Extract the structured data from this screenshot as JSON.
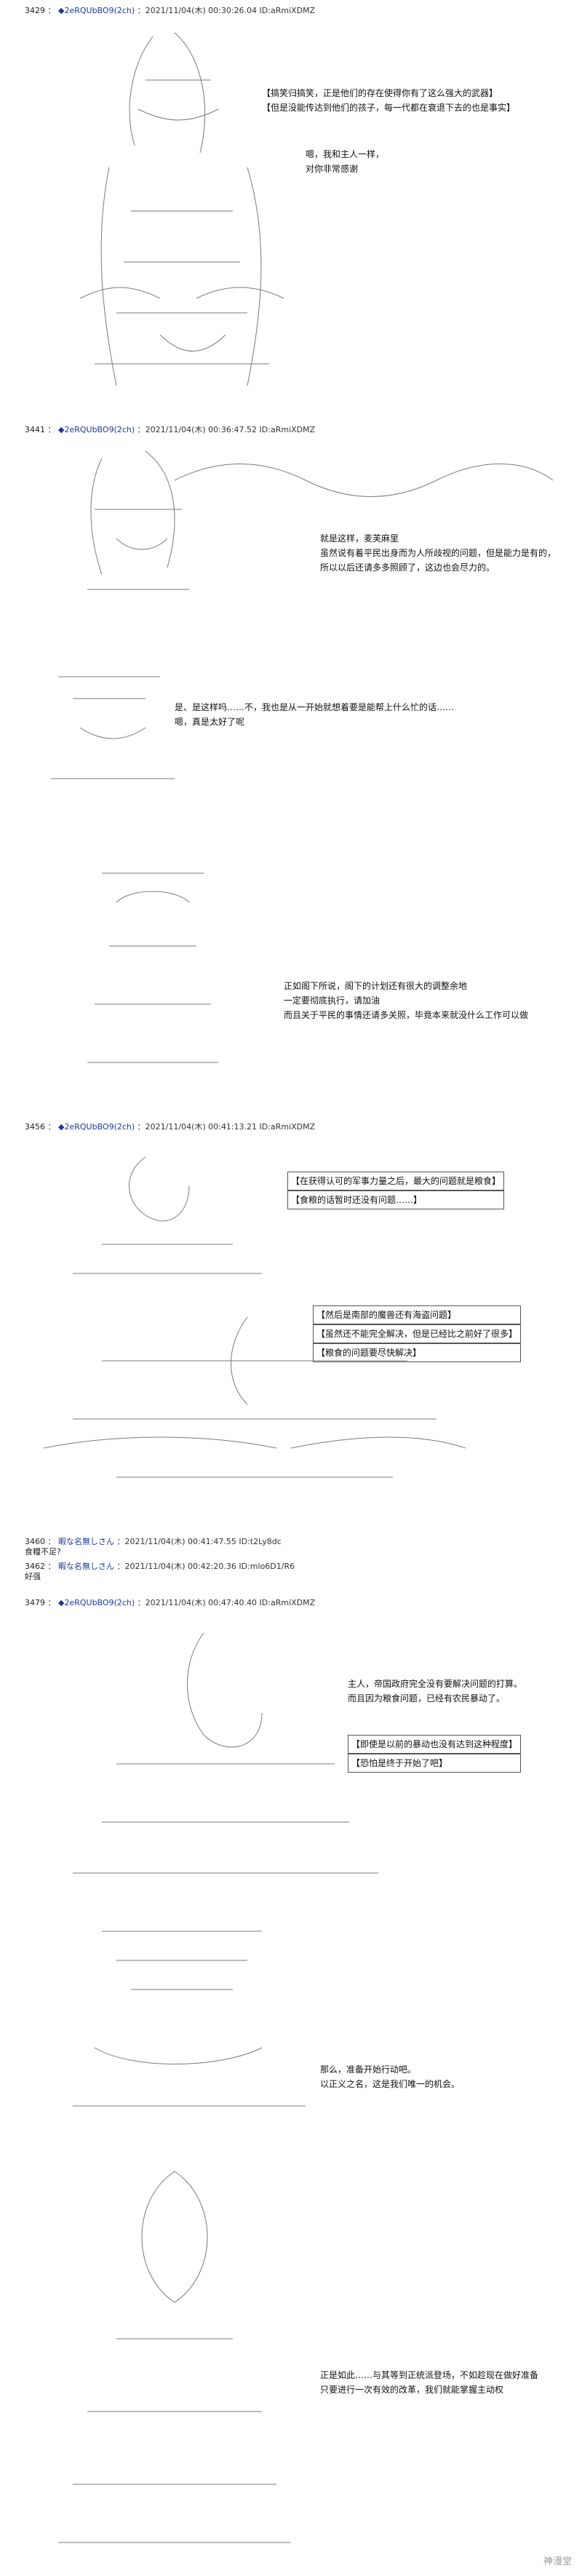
{
  "posts": [
    {
      "header": {
        "num": "3429",
        "sep": "：",
        "name": "◆2eRQUbBO9(2ch)",
        "date": "：2021/11/04(木) 00:30:26.04 ID:aRmiXDMZ"
      }
    },
    {
      "header": {
        "num": "3441",
        "sep": "：",
        "name": "◆2eRQUbBO9(2ch)",
        "date": "：2021/11/04(木) 00:36:47.52 ID:aRmiXDMZ"
      }
    },
    {
      "header": {
        "num": "3456",
        "sep": "：",
        "name": "◆2eRQUbBO9(2ch)",
        "date": "：2021/11/04(木) 00:41:13.21 ID:aRmiXDMZ"
      }
    },
    {
      "header": {
        "num": "3460",
        "sep": "：",
        "name": "暇な名無しさん",
        "date": "：2021/11/04(木) 00:41:47.55 ID:t2Ly8dc"
      },
      "body": "食糧不足?"
    },
    {
      "header": {
        "num": "3462",
        "sep": "：",
        "name": "暇な名無しさん",
        "date": "：2021/11/04(木) 00:42:20.36 ID:mlo6D1/R6"
      },
      "body": "好强"
    },
    {
      "header": {
        "num": "3479",
        "sep": "：",
        "name": "◆2eRQUbBO9(2ch)",
        "date": "：2021/11/04(木) 00:47:40.40 ID:aRmiXDMZ"
      }
    }
  ],
  "scenes": [
    {
      "lines": [
        "【搞笑归搞笑，正是他们的存在使得你有了这么强大的武器】",
        "【但是没能传达到他们的孩子，每一代都在衰退下去的也是事实】"
      ]
    },
    {
      "lines": [
        "嗯，我和主人一样，",
        "对你非常感谢"
      ]
    },
    {
      "lines": [
        "就是这样，麦芙麻里",
        "虽然说有着平民出身而为人所歧视的问题，但是能力是有的，",
        "所以以后还请多多照顾了，这边也会尽力的。"
      ]
    },
    {
      "lines": [
        "是、是这样吗……不，我也是从一开始就想着要是能帮上什么忙的话……",
        "嗯，真是太好了呢"
      ]
    },
    {
      "lines": [
        "正如阁下所说，阁下的计划还有很大的调整余地",
        "一定要彻底执行，请加油",
        "而且关于平民的事情还请多关照，毕竟本来就没什么工作可以做"
      ]
    },
    {
      "lines": [
        "【在获得认可的军事力量之后，最大的问题就是粮食】",
        "【食粮的话暂时还没有问题……】"
      ]
    },
    {
      "lines": [
        "【然后是南部的魔兽还有海盗问题】",
        "【虽然还不能完全解决，但是已经比之前好了很多】",
        "【粮食的问题要尽快解决】"
      ]
    },
    {
      "lines": [
        "主人，帝国政府完全没有要解决问题的打算。",
        "而且因为粮食问题，已经有农民暴动了。"
      ]
    },
    {
      "lines": [
        "【即使是以前的暴动也没有达到这种程度】",
        "【恐怕是终于开始了吧】"
      ]
    },
    {
      "lines": [
        "那么，准备开始行动吧。",
        "以正义之名，这是我们唯一的机会。"
      ]
    },
    {
      "lines": [
        "正是如此……与其等到正统派登场，不如趁现在做好准备",
        "只要进行一次有效的改革，我们就能掌握主动权"
      ]
    }
  ],
  "watermark": "神漫堂"
}
